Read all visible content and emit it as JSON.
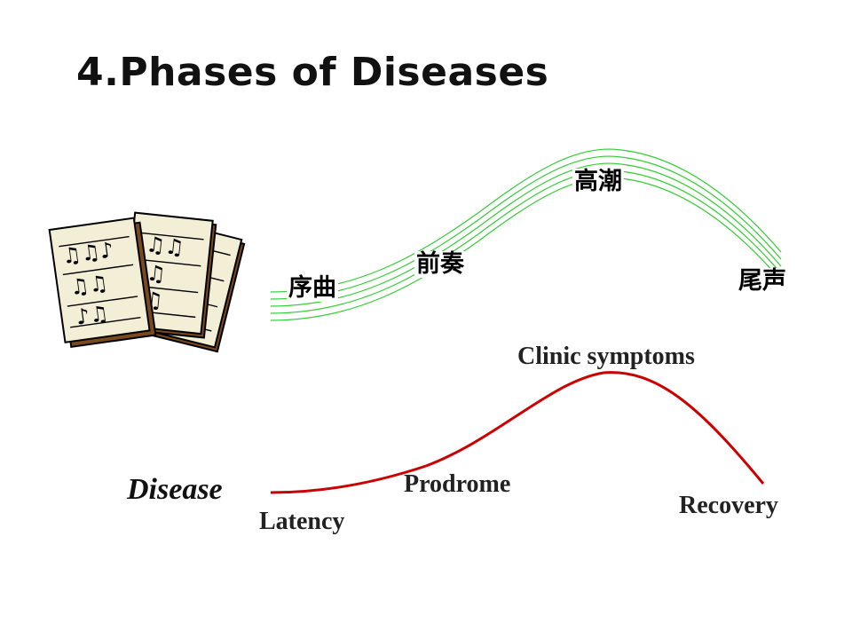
{
  "title": "4.Phases of Diseases",
  "music_curve": {
    "color": "#33cc33",
    "labels": {
      "overture": "序曲",
      "prelude": "前奏",
      "climax": "高潮",
      "coda": "尾声"
    }
  },
  "disease_curve": {
    "color": "#cc0000",
    "label": "Disease",
    "phases": {
      "latency": "Latency",
      "prodrome": "Prodrome",
      "clinic": "Clinic symptoms",
      "recovery": "Recovery"
    }
  },
  "icons": {
    "sheet_music": "sheet-music-icon"
  }
}
